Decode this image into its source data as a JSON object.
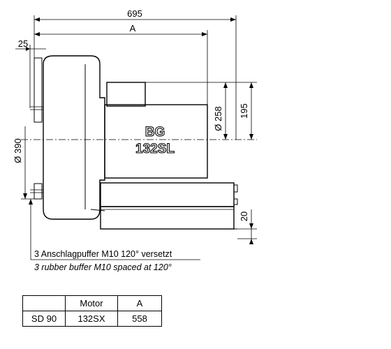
{
  "dimensions": {
    "overall_length": "695",
    "length_a": "A",
    "flange_offset": "25",
    "housing_diameter": "Ø 390",
    "motor_diameter": "Ø 258",
    "center_height": "195",
    "foot_height": "20"
  },
  "model": {
    "line1": "BG",
    "line2": "132SL"
  },
  "notes": {
    "german": "3 Anschlagpuffer M10 120° versetzt",
    "english": "3 rubber buffer M10 spaced at 120°"
  },
  "table": {
    "headers": [
      "",
      "Motor",
      "A"
    ],
    "rows": [
      [
        "SD 90",
        "132SX",
        "558"
      ]
    ]
  }
}
